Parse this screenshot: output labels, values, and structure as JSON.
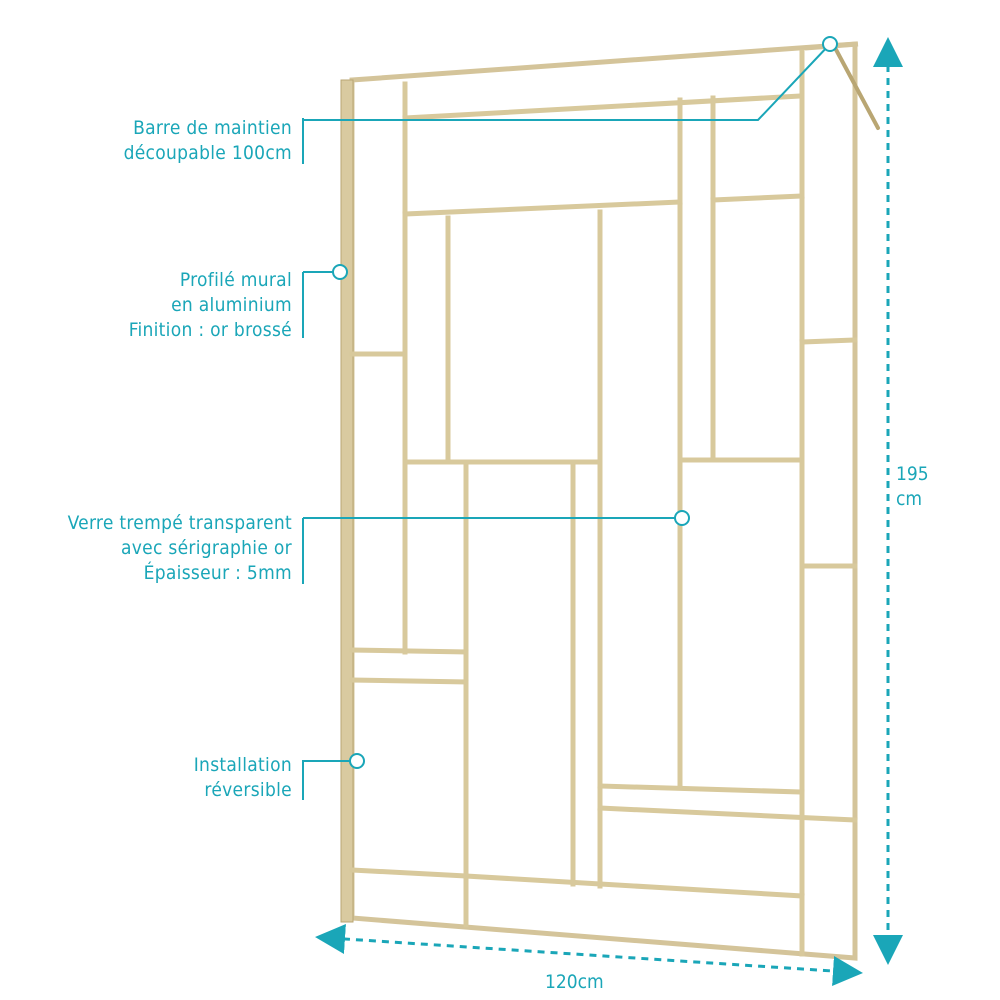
{
  "colors": {
    "accent": "#1aa6b8",
    "frame_gold": "#d4c49a",
    "frame_gold_dark": "#b9a673"
  },
  "callouts": [
    {
      "id": "barre",
      "lines": [
        "Barre de maintien",
        "découpable 100cm"
      ]
    },
    {
      "id": "profile",
      "lines": [
        "Profilé mural",
        "en aluminium",
        "Finition : or brossé"
      ]
    },
    {
      "id": "verre",
      "lines": [
        "Verre trempé transparent",
        "avec sérigraphie or",
        "Épaisseur : 5mm"
      ]
    },
    {
      "id": "installation",
      "lines": [
        "Installation",
        "réversible"
      ]
    }
  ],
  "dimensions": {
    "height_value": "195",
    "height_unit": "cm",
    "width_label": "120cm"
  },
  "icons": {
    "callout_marker": "circle-marker-icon",
    "dimension_arrow": "double-arrow-icon"
  }
}
